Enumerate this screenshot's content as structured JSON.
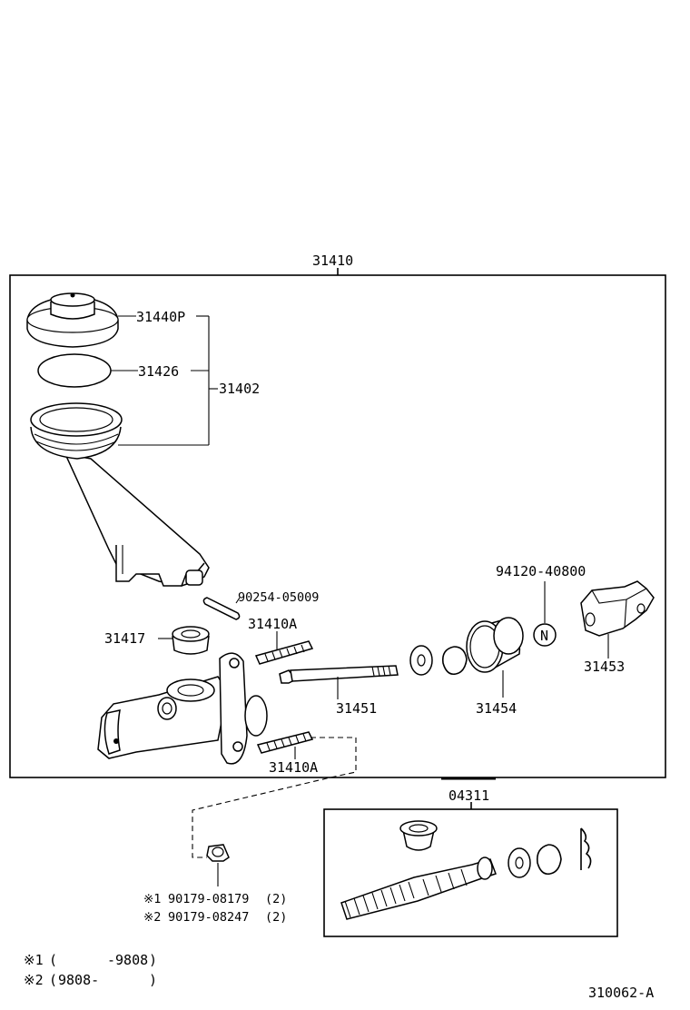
{
  "labels": {
    "assembly_main": "31410",
    "reservoir_cap": "31440P",
    "cap_seal": "31426",
    "reservoir_set": "31402",
    "pin": "90254-05009",
    "grommet": "31417",
    "stud_upper": "31410A",
    "stud_lower": "31410A",
    "push_rod_bolt": "31451",
    "boot": "31454",
    "nut_ref": "94120-40800",
    "nut_symbol": "N",
    "clevis": "31453",
    "kit": "04311"
  },
  "alt_parts": [
    {
      "mark": "※1",
      "part": "90179-08179",
      "qty": "(2)"
    },
    {
      "mark": "※2",
      "part": "90179-08247",
      "qty": "(2)"
    }
  ],
  "notes": [
    {
      "mark": "※1",
      "open": "(",
      "from": "",
      "to": "-9808",
      "close": ")"
    },
    {
      "mark": "※2",
      "open": "(",
      "from": "9808-",
      "to": "",
      "close": ")"
    }
  ],
  "figure_id": "310062-A"
}
